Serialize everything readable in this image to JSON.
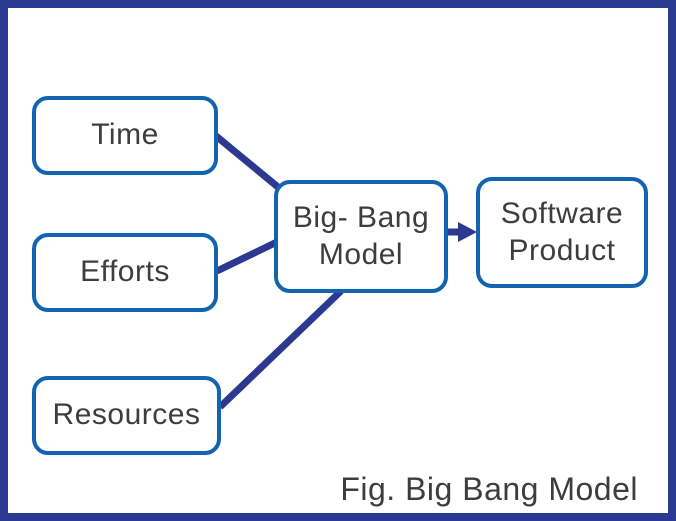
{
  "diagram": {
    "caption": "Fig. Big Bang Model",
    "nodes": {
      "time": {
        "label": "Time"
      },
      "efforts": {
        "label": "Efforts"
      },
      "resources": {
        "label": "Resources"
      },
      "model": {
        "label": "Big- Bang Model"
      },
      "product": {
        "label": "Software Product"
      }
    },
    "connectors": [
      {
        "name": "time-to-model"
      },
      {
        "name": "efforts-to-model"
      },
      {
        "name": "resources-to-model"
      },
      {
        "name": "model-to-product-arrow"
      }
    ],
    "colors": {
      "frame": "#2b3990",
      "connector": "#2b3990",
      "node_border": "#1263b0",
      "text": "#3d3d3d",
      "background": "#ffffff"
    }
  }
}
